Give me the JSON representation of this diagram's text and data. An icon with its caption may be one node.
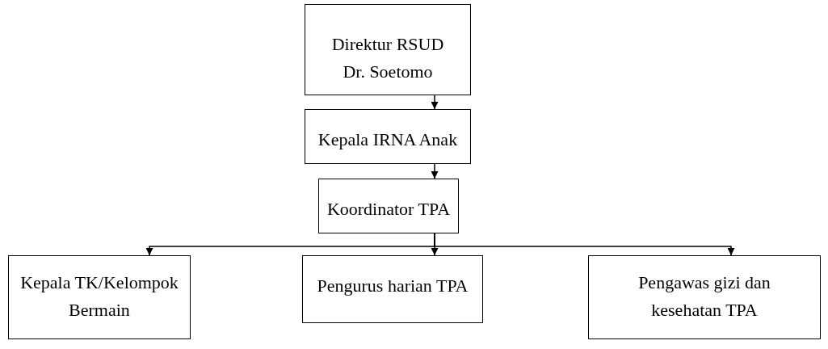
{
  "diagram": {
    "nodes": [
      {
        "text": [
          "Direktur RSUD Dr. Soetomo"
        ]
      },
      {
        "text": [
          "Kepala IRNA Anak"
        ]
      },
      {
        "text": [
          "Koordinator TPA"
        ]
      },
      {
        "text": [
          "Kepala TK/Kelompok Bermain"
        ]
      },
      {
        "text": [
          "Pengurus harian TPA"
        ]
      },
      {
        "text": [
          "Pengawas gizi dan kesehatan TPA"
        ]
      }
    ],
    "edges": [
      {
        "from": 0,
        "to": 1,
        "arrow": "to"
      },
      {
        "from": 1,
        "to": 2,
        "arrow": "to"
      },
      {
        "from": 2,
        "to": 3,
        "arrow": "to"
      },
      {
        "from": 2,
        "to": 4,
        "arrow": "to"
      },
      {
        "from": 2,
        "to": 5,
        "arrow": "to"
      }
    ]
  }
}
